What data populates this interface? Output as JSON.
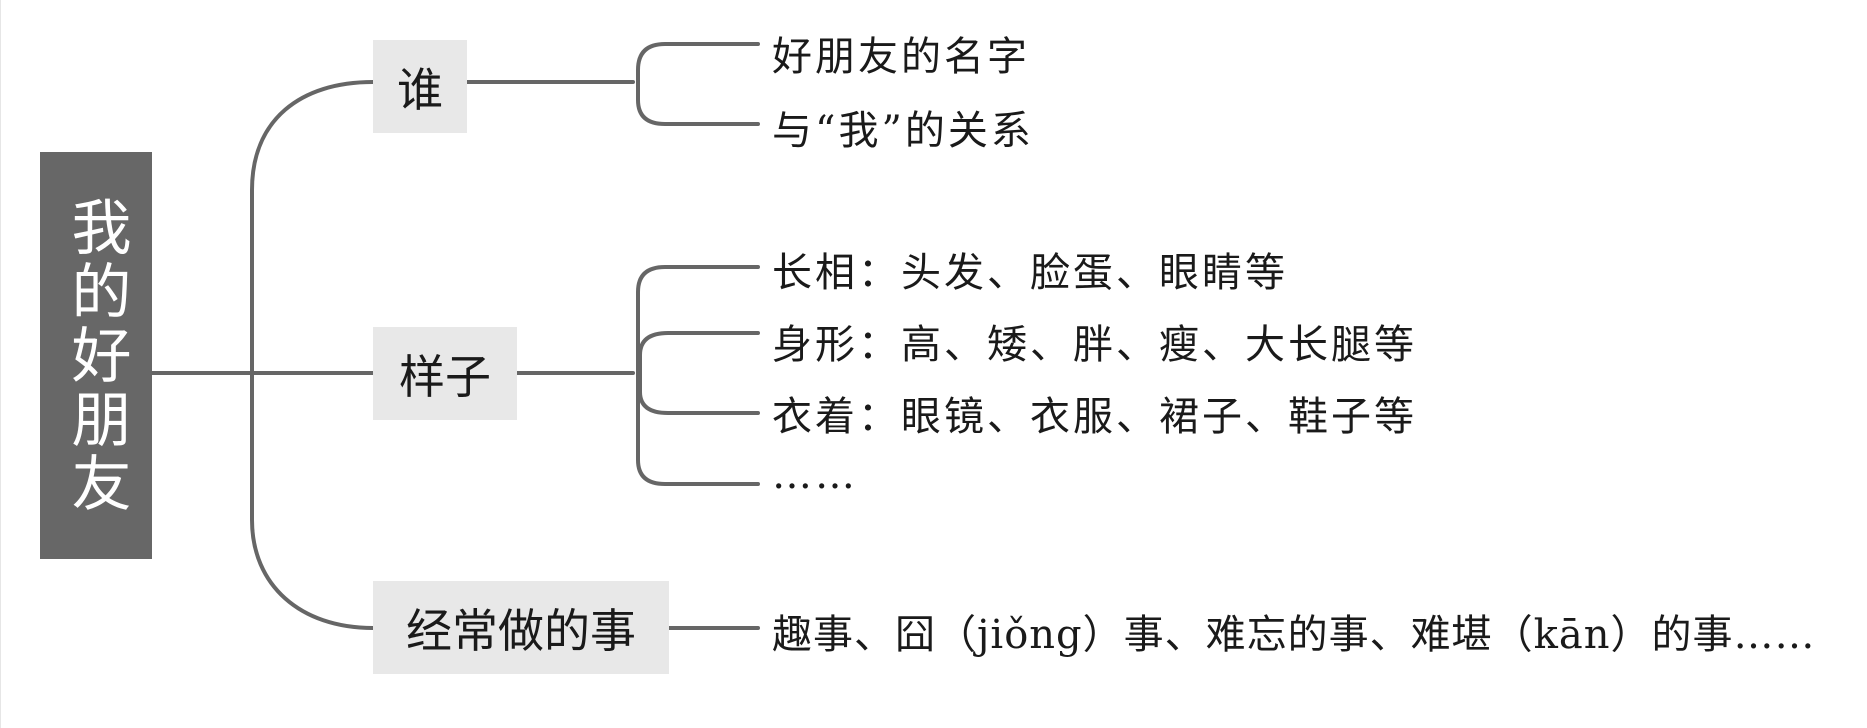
{
  "root": {
    "label": "我的好朋友"
  },
  "branches": [
    {
      "label": "谁",
      "leaves": [
        "好朋友的名字",
        "与“我”的关系"
      ]
    },
    {
      "label": "样子",
      "leaves": [
        "长相：头发、脸蛋、眼睛等",
        "身形：高、矮、胖、瘦、大长腿等",
        "衣着：眼镜、衣服、裙子、鞋子等",
        "……"
      ]
    },
    {
      "label": "经常做的事",
      "leaves": [
        "趣事、囧（jiǒng）事、难忘的事、难堪（kān）的事……"
      ]
    }
  ],
  "colors": {
    "root_bg": "#676767",
    "branch_bg": "#e8e8e8",
    "line": "#666666"
  }
}
